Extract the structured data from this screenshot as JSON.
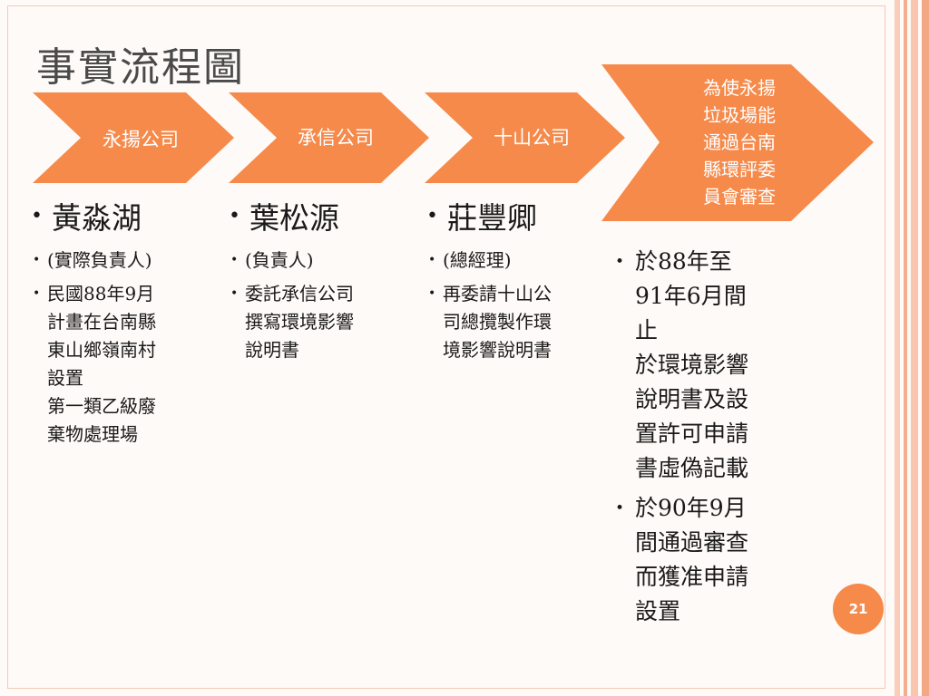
{
  "slide": {
    "title": "事實流程圖",
    "page_number": "21",
    "accent_color": "#F58A4B"
  },
  "chevrons": [
    {
      "label": "永揚公司"
    },
    {
      "label": "承信公司"
    },
    {
      "label": "十山公司"
    },
    {
      "label_lines": [
        "為使永揚",
        "垃圾場能",
        "通過台南",
        "縣環評委",
        "員會審查"
      ]
    }
  ],
  "columns": [
    {
      "head": "黃淼湖",
      "items": [
        {
          "lines": [
            "(實際負責人)"
          ]
        },
        {
          "lines": [
            "民國88年9月",
            "計畫在台南縣",
            "東山鄉嶺南村",
            "設置",
            "第一類乙級廢",
            "棄物處理場"
          ]
        }
      ]
    },
    {
      "head": "葉松源",
      "items": [
        {
          "lines": [
            "(負責人)"
          ]
        },
        {
          "lines": [
            "委託承信公司",
            "撰寫環境影響",
            "說明書"
          ]
        }
      ]
    },
    {
      "head": "莊豐卿",
      "items": [
        {
          "lines": [
            "(總經理)"
          ]
        },
        {
          "lines": [
            "再委請十山公",
            "司總攬製作環",
            "境影響說明書"
          ]
        }
      ]
    },
    {
      "items": [
        {
          "lines": [
            "於88年至",
            "91年6月間",
            "止",
            "於環境影響",
            "說明書及設",
            "置許可申請",
            "書虛偽記載"
          ]
        },
        {
          "lines": [
            "於90年9月",
            "間通過審查",
            "而獲准申請",
            "設置"
          ]
        }
      ]
    }
  ]
}
